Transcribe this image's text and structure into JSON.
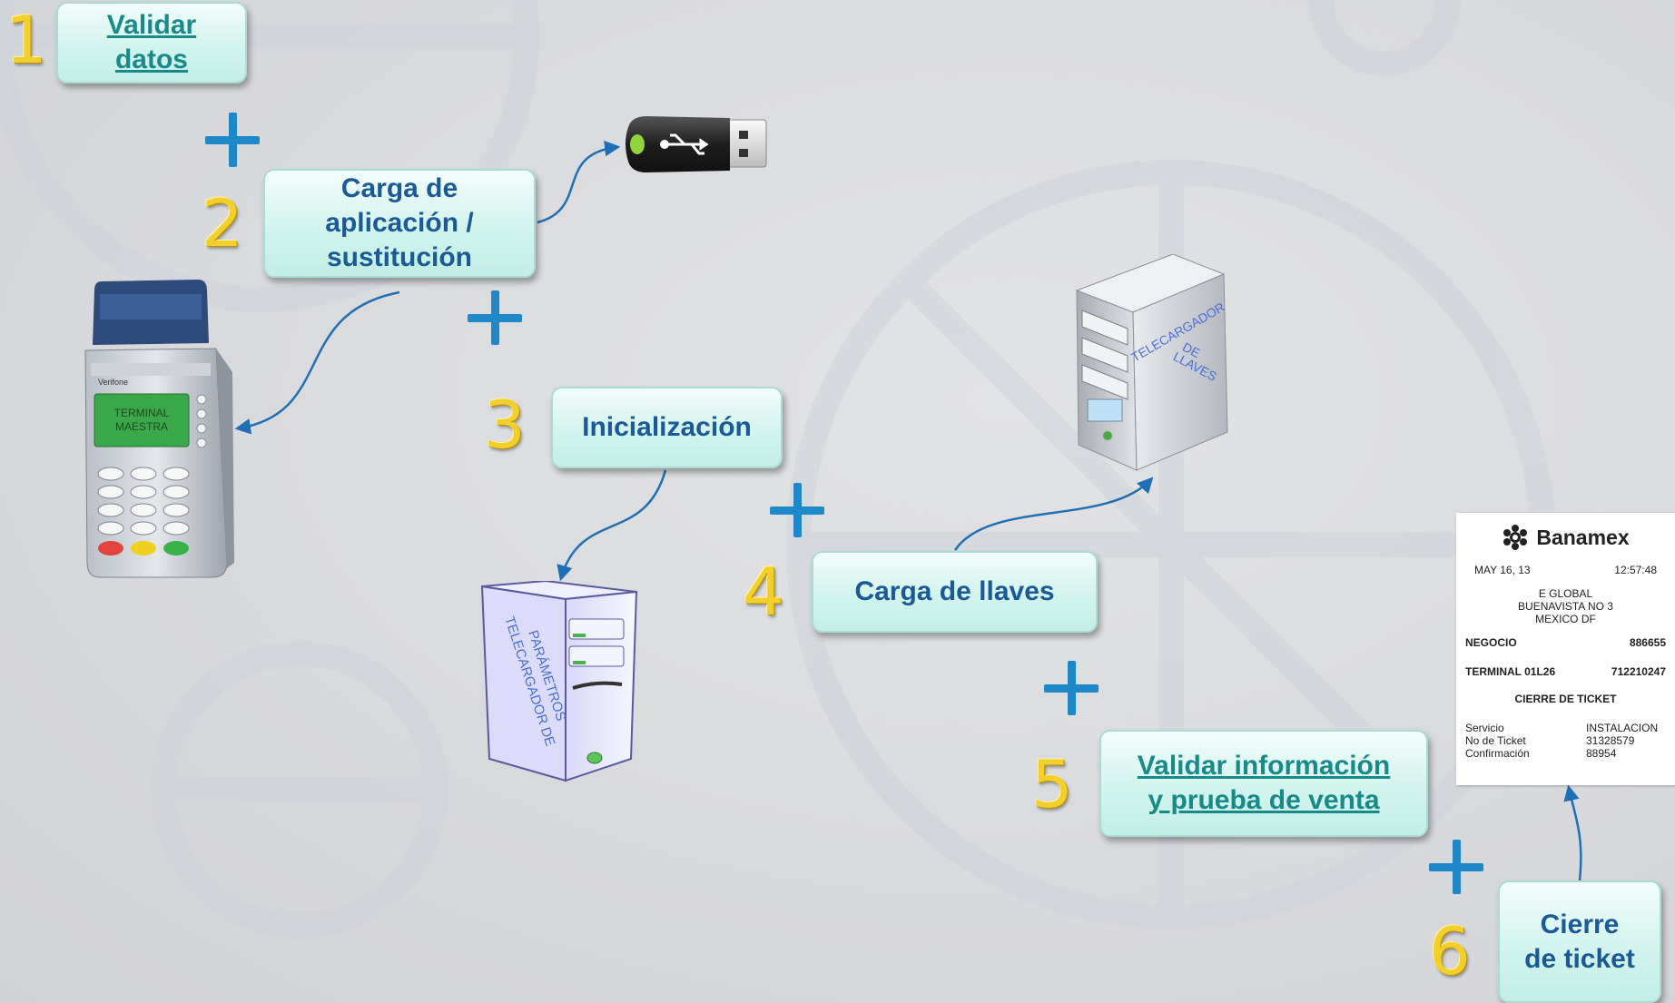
{
  "steps": [
    {
      "number": "1",
      "label": "Validar\ndatos",
      "style": "link"
    },
    {
      "number": "2",
      "label": "Carga de\naplicación /\nsustitución",
      "style": "plain"
    },
    {
      "number": "3",
      "label": "Inicialización",
      "style": "plain"
    },
    {
      "number": "4",
      "label": "Carga de llaves",
      "style": "plain"
    },
    {
      "number": "5",
      "label": "Validar información\ny prueba de venta",
      "style": "link"
    },
    {
      "number": "6",
      "label": "Cierre\nde ticket",
      "style": "plain"
    }
  ],
  "plus_symbol": "+",
  "terminal": {
    "brand": "Verifone",
    "screen_line1": "TERMINAL",
    "screen_line2": "MAESTRA"
  },
  "param_server": {
    "line1": "TELECARGADOR DE",
    "line2": "PARÁMETROS"
  },
  "key_server": {
    "line1": "TELECARGADOR",
    "line2": "DE",
    "line3": "LLAVES"
  },
  "ticket": {
    "brand": "Banamex",
    "date": "MAY 16,  13",
    "time": "12:57:48",
    "merchant_name": "E GLOBAL",
    "merchant_address": "BUENAVISTA NO 3",
    "merchant_city": "MEXICO DF",
    "negocio_label": "NEGOCIO",
    "negocio_value": "886655",
    "terminal_label": "TERMINAL 01L26",
    "terminal_value": "712210247",
    "heading": "CIERRE DE TICKET",
    "servicio_label": "Servicio",
    "servicio_value": "INSTALACION",
    "no_ticket_label": "No de Ticket",
    "no_ticket_value": "31328579",
    "confirmacion_label": "Confirmación",
    "confirmacion_value": "88954"
  },
  "colors": {
    "box_text": "#1a5a96",
    "link_text": "#188a8a",
    "number": "#f2cf2a",
    "plus": "#1e88c8",
    "arrow": "#1e6fb5"
  }
}
